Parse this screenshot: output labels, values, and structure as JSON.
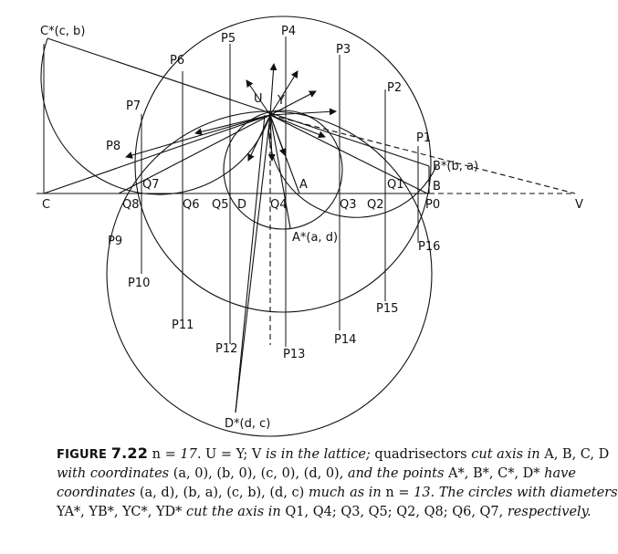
{
  "figure": {
    "labels": {
      "C_star": "C*(c, b)",
      "P4": "P4",
      "P5": "P5",
      "P3": "P3",
      "P6": "P6",
      "P2": "P2",
      "P7": "P7",
      "U": "U",
      "Y": "Y",
      "P8": "P8",
      "P1": "P1",
      "B_star": "B*(b, a)",
      "Q7": "Q7",
      "C": "C",
      "Q8": "Q8",
      "Q6": "Q6",
      "Q5": "Q5",
      "D": "D",
      "Q4": "Q4",
      "A": "A",
      "Q3": "Q3",
      "Q2": "Q2",
      "Q1": "Q1",
      "B": "B",
      "P0": "P0",
      "V": "V",
      "A_star": "A*(a, d)",
      "P9": "P9",
      "P16": "P16",
      "P10": "P10",
      "P15": "P15",
      "P11": "P11",
      "P14": "P14",
      "P12": "P12",
      "P13": "P13",
      "D_star": "D*(d, c)"
    }
  },
  "caption": {
    "fig_label": "FIGURE",
    "fig_number": "7.22",
    "segments": [
      [
        {
          "t": " n = ",
          "s": "n"
        },
        {
          "t": "17",
          "s": "i"
        },
        {
          "t": ". U = Y; V ",
          "s": "n"
        },
        {
          "t": "is in the lattice;",
          "s": "i"
        },
        {
          "t": " quadrisectors ",
          "s": "n"
        },
        {
          "t": "cut axis in",
          "s": "i"
        },
        {
          "t": " A, B, C, D",
          "s": "n"
        }
      ],
      [
        {
          "t": "with coordinates",
          "s": "i"
        },
        {
          "t": " (a, 0), (b, 0), (c, 0), (d, 0), ",
          "s": "n"
        },
        {
          "t": "and the points",
          "s": "i"
        },
        {
          "t": " A*, B*, C*, D* ",
          "s": "n"
        },
        {
          "t": "have",
          "s": "i"
        }
      ],
      [
        {
          "t": "coordinates",
          "s": "i"
        },
        {
          "t": " (a, d), (b, a), (c, b), (d, c) ",
          "s": "n"
        },
        {
          "t": "much as in",
          "s": "i"
        },
        {
          "t": " n = ",
          "s": "n"
        },
        {
          "t": "13. The circles with diameters",
          "s": "i"
        }
      ],
      [
        {
          "t": "YA*, YB*, YC*, YD* ",
          "s": "n"
        },
        {
          "t": "cut the axis in",
          "s": "i"
        },
        {
          "t": " Q1, Q4; Q3, Q5; Q2, Q8; Q6, Q7, ",
          "s": "n"
        },
        {
          "t": "respectively.",
          "s": "i"
        }
      ]
    ]
  }
}
